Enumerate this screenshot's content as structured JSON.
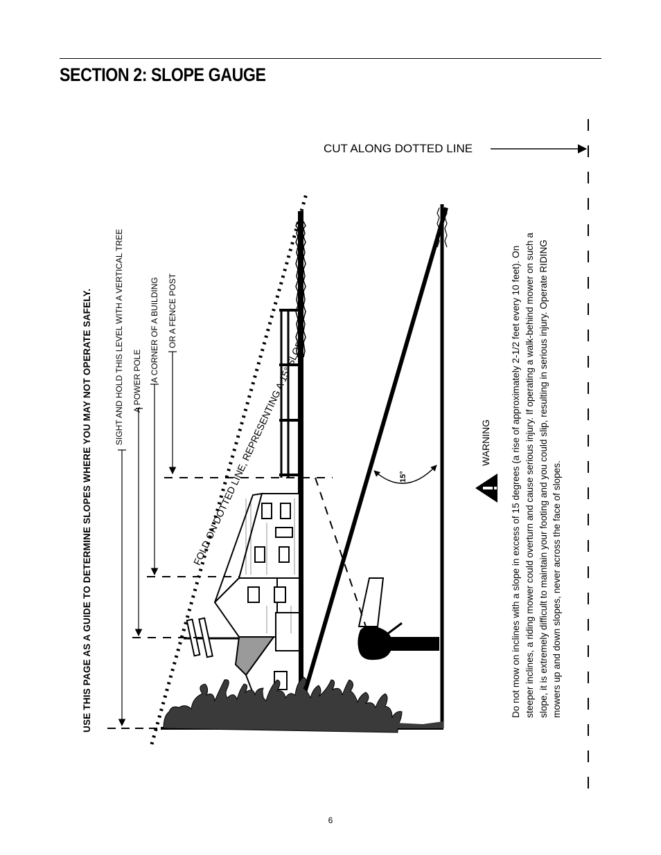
{
  "header": {
    "title": "SECTION 2:  SLOPE GAUGE"
  },
  "gauge": {
    "instruction": "USE THIS PAGE AS A GUIDE TO DETERMINE SLOPES WHERE YOU MAY NOT OPERATE SAFELY.",
    "sight_labels": {
      "tree": "SIGHT AND HOLD THIS LEVEL WITH A VERTICAL TREE",
      "pole": "A POWER POLE",
      "corner": "A CORNER OF A BUILDING",
      "fence": "OR A FENCE POST"
    },
    "cut_label": "CUT ALONG DOTTED LINE",
    "fold_label": "FOLD ON DOTTED LINE, REPRESENTING A 15° SLOPE",
    "angle_label": "15°"
  },
  "warning": {
    "heading": "WARNING",
    "body": "Do not mow on inclines with a slope in excess of 15 degrees (a rise of approximately 2-1/2 feet every 10 feet).  On steeper inclines, a riding mower could overturn and cause serious injury.  If operating a walk-behind mower on such a slope, it is extremely difficult to maintain your footing and you could slip, resulting in serious injury. Operate RIDING mowers up and down slopes, never across the face of slopes."
  },
  "footer": {
    "page_number": "6"
  },
  "icons": [
    "warning-triangle-icon",
    "arrow-right-icon",
    "arrow-down-icon"
  ],
  "colors": {
    "ink": "#000000",
    "paper": "#ffffff",
    "grass": "#3a3a3a",
    "roof": "#6a6a6a"
  }
}
